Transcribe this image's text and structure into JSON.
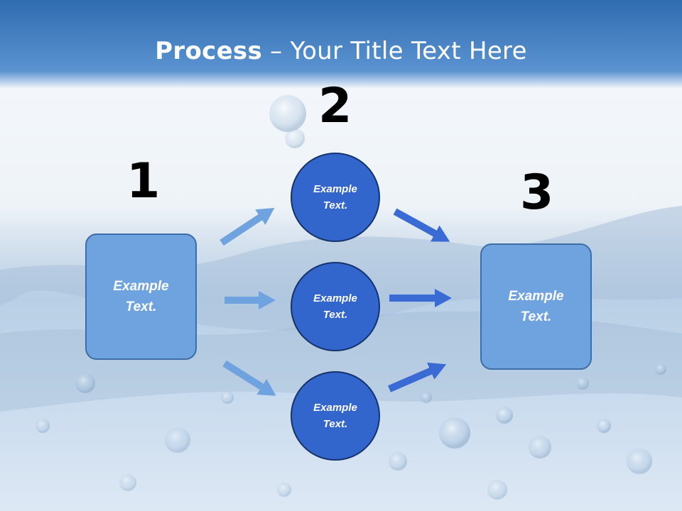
{
  "slide": {
    "title": {
      "strong": "Process",
      "rest": " – Your Title Text Here"
    },
    "steps": [
      {
        "number": "1",
        "text": "Example\nText."
      },
      {
        "number": "2",
        "circles": [
          "Example\nText.",
          "Example\nText.",
          "Example\nText."
        ]
      },
      {
        "number": "3",
        "text": "Example\nText."
      }
    ]
  },
  "colors": {
    "title_bar": "#2f6cb0",
    "box_fill": "#6fa3e0",
    "circle_fill": "#3366cc",
    "left_arrow": "#6fa3e0",
    "right_arrow": "#3a6ad4"
  }
}
